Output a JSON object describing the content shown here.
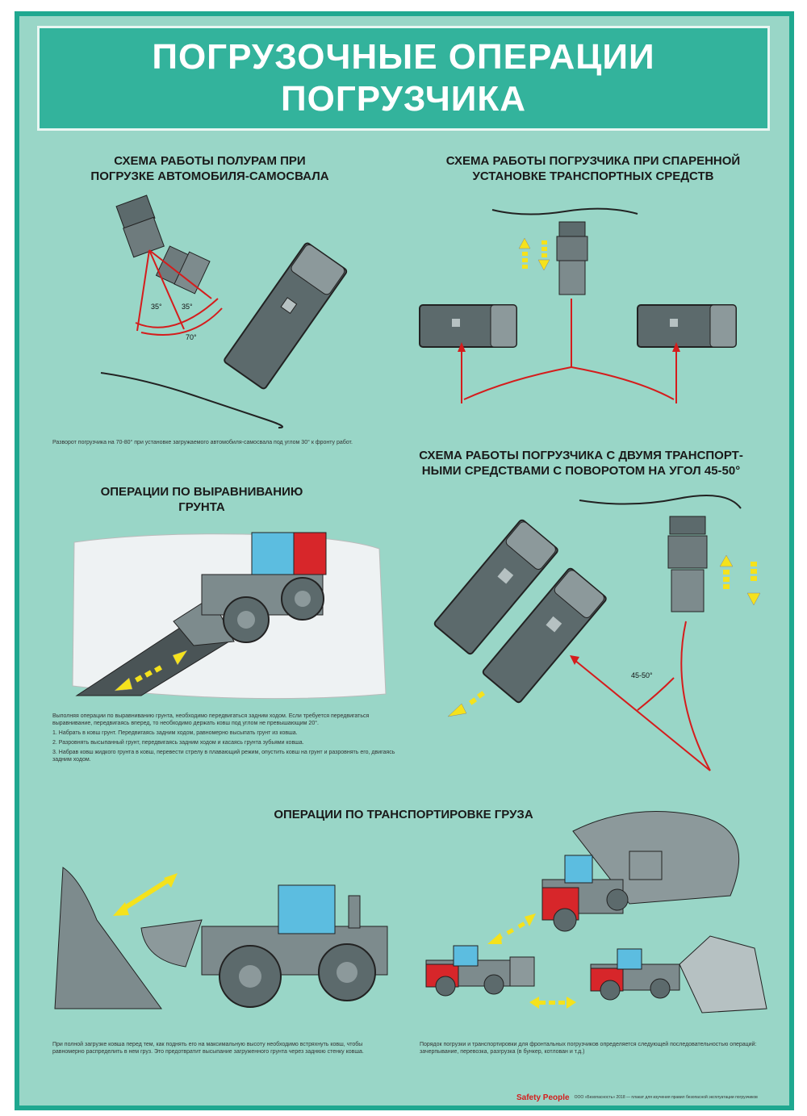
{
  "title": {
    "line1": "ПОГРУЗОЧНЫЕ ОПЕРАЦИИ",
    "line2": "ПОГРУЗЧИКА"
  },
  "sections": {
    "half_turn": {
      "title_line1": "СХЕМА РАБОТЫ ПОЛУРАМ ПРИ",
      "title_line2": "ПОГРУЗКЕ АВТОМОБИЛЯ-САМОСВАЛА",
      "angle_left": "35°",
      "angle_right": "35°",
      "angle_total": "70°",
      "caption": "Разворот погрузчика на 70-80° при установке загружаемого автомобиля-самосвала под углом 30° к фронту работ."
    },
    "paired": {
      "title_line1": "СХЕМА РАБОТЫ ПОГРУЗЧИКА ПРИ СПАРЕННОЙ",
      "title_line2": "УСТАНОВКЕ ТРАНСПОРТНЫХ СРЕДСТВ"
    },
    "two_vehicles": {
      "title_line1": "СХЕМА РАБОТЫ ПОГРУЗЧИКА С ДВУМЯ ТРАНСПОРТ-",
      "title_line2": "НЫМИ СРЕДСТВАМИ С ПОВОРОТОМ НА УГОЛ 45-50°",
      "angle": "45-50°"
    },
    "leveling": {
      "title_line1": "ОПЕРАЦИИ ПО ВЫРАВНИВАНИЮ",
      "title_line2": "ГРУНТА",
      "caption_intro": "Выполняя операции по выравниванию грунта, необходимо передвигаться задним ходом. Если требуется передвигаться выравнивание, передвигаясь вперед, то необходимо держать ковш под углом не превышающим 20°.",
      "steps": [
        "1. Набрать в ковш грунт. Передвигаясь задним ходом, равномерно высыпать грунт из ковша.",
        "2. Разровнять высыпанный грунт, передвигаясь задним ходом и касаясь грунта зубьями ковша.",
        "3. Набрав ковш жидкого грунта в ковш, перевести стрелу в плавающий режим, опустить ковш на грунт и разровнять его, двигаясь задним ходом."
      ]
    },
    "transport": {
      "title": "ОПЕРАЦИИ ПО ТРАНСПОРТИРОВКЕ ГРУЗА",
      "caption_left": "При полной загрузке ковша перед тем, как поднять его на максимальную высоту необходимо встряхнуть ковш, чтобы равномерно распределить в нем груз. Это предотвратит высыпание загруженного грунта через заднюю стенку ковша.",
      "caption_right": "Порядок погрузки и транспортировки для фронтальных погрузчиков определяется следующей последовательностью операций: зачерпывание, перевозка, разгрузка (в бункер, котлован и т.д.)"
    }
  },
  "footer": {
    "logo": "Safety People",
    "imprint": "ООО «Безопасность» 2018 — плакат для изучения правил безопасной эксплуатации погрузчиков"
  },
  "colors": {
    "background": "#99d6c7",
    "title_bar": "#33b39c",
    "arrow_red": "#d51c1c",
    "arrow_yellow": "#f5e21c",
    "vehicle_gray": "#5c6a6c",
    "cab_blue": "#5cbde0",
    "loader_red": "#d7262a"
  }
}
